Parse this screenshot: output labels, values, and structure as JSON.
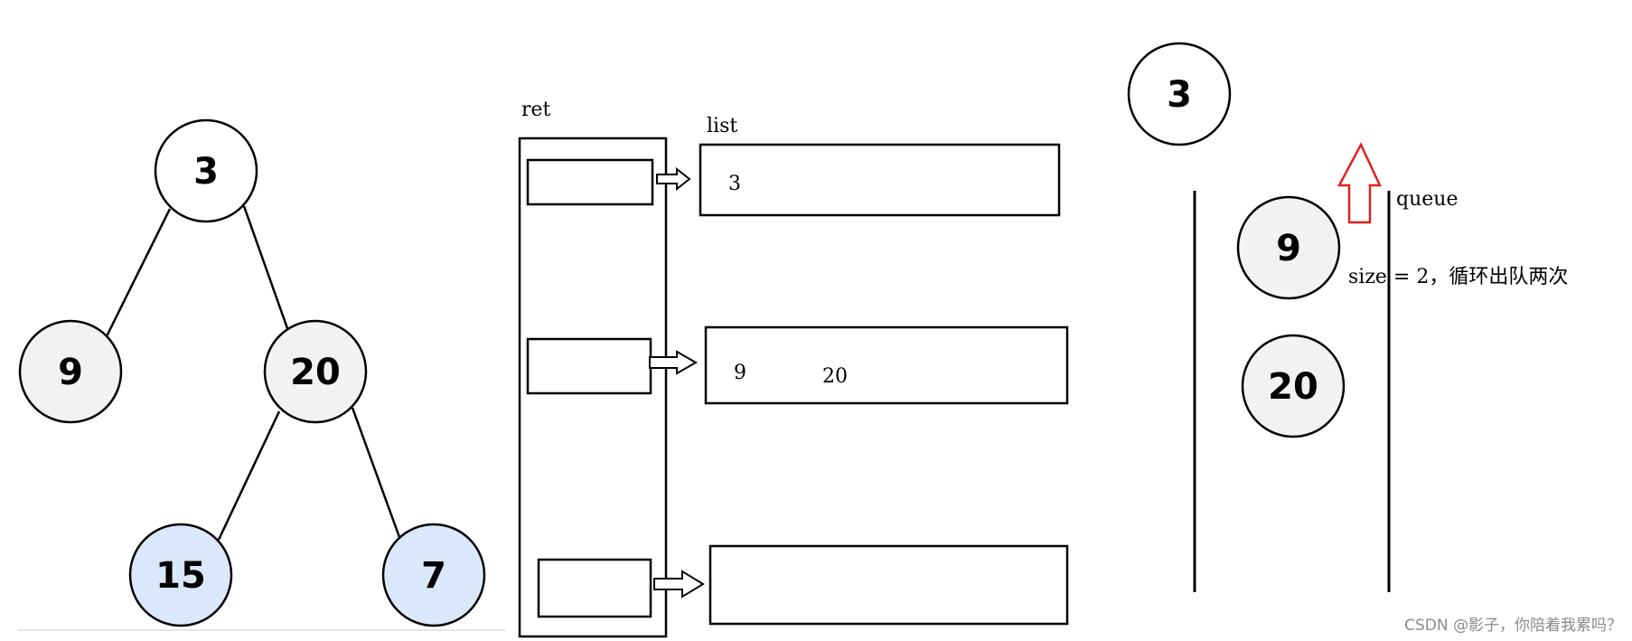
{
  "tree": {
    "nodes": [
      {
        "id": "n3",
        "label": "3",
        "fill": "#ffffff"
      },
      {
        "id": "n9",
        "label": "9",
        "fill": "#f2f2f2"
      },
      {
        "id": "n20",
        "label": "20",
        "fill": "#f2f2f2"
      },
      {
        "id": "n15",
        "label": "15",
        "fill": "#dae8fc"
      },
      {
        "id": "n7",
        "label": "7",
        "fill": "#dae8fc"
      }
    ]
  },
  "ret": {
    "label": "ret"
  },
  "list": {
    "label": "list",
    "rows": [
      {
        "values": [
          "3"
        ]
      },
      {
        "values": [
          "9",
          "20"
        ]
      },
      {
        "values": []
      }
    ]
  },
  "queue": {
    "label": "queue",
    "dequeued_node": {
      "label": "3",
      "fill": "#ffffff"
    },
    "nodes": [
      {
        "label": "9",
        "fill": "#f2f2f2"
      },
      {
        "label": "20",
        "fill": "#f2f2f2"
      }
    ],
    "annotation": "size = 2，循环出队两次",
    "arrow_color": "#e02020"
  },
  "watermark": "CSDN @影子，你陪着我累吗？"
}
